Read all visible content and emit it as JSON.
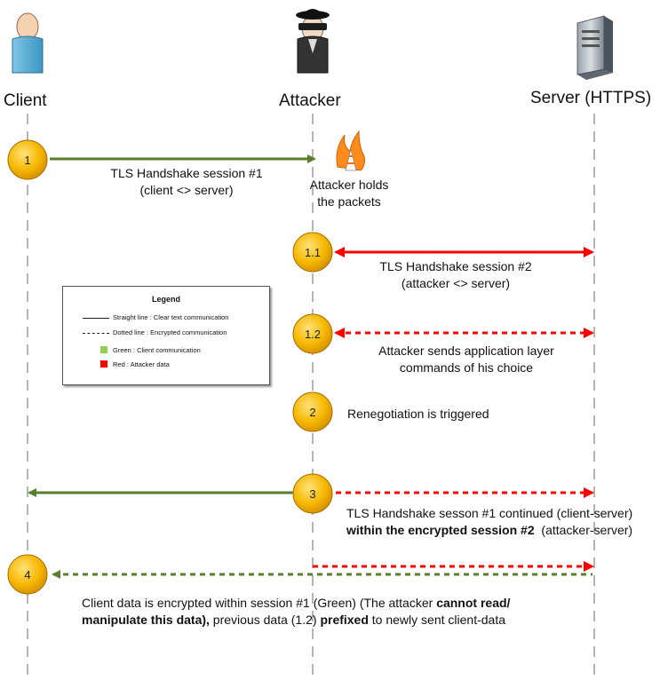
{
  "actors": {
    "client": "Client",
    "attacker": "Attacker",
    "server": "Server (HTTPS)"
  },
  "steps": {
    "s1": "1",
    "s1_1": "1.1",
    "s1_2": "1.2",
    "s2": "2",
    "s3": "3",
    "s4": "4"
  },
  "messages": {
    "m1_line1": "TLS Handshake session #1",
    "m1_line2": "(client <> server)",
    "hold_line1": "Attacker holds",
    "hold_line2": "the packets",
    "m11_line1": "TLS Handshake session #2",
    "m11_line2": "(attacker <> server)",
    "m12_line1": "Attacker sends application layer",
    "m12_line2": "commands of his choice",
    "m2": "Renegotiation is triggered",
    "m3_line1": "TLS Handshake sesson #1 continued (client-server)",
    "m3_line2_bold": "within the encrypted session #2",
    "m3_line2_rest": "  (attacker-server)",
    "m4_a": "Client data is encrypted within session #1 (Green) (The attacker ",
    "m4_b_bold": "cannot read/",
    "m4_c_bold": "manipulate this data),",
    "m4_d": " previous data (1.2) ",
    "m4_e_bold": "prefixed",
    "m4_f": " to newly sent client-data"
  },
  "legend": {
    "title": "Legend",
    "straight": "Straight line : Clear text communication",
    "dotted": "Dotted line : Encrypted communication",
    "green": "Green : Client communication",
    "red": "Red : Attacker data"
  },
  "colors": {
    "client_green": "#5a7f2c",
    "attacker_red": "#ff0000",
    "step_circle": "#f5b800",
    "lifeline": "#9a9a9a"
  },
  "icons": {
    "client": "user-icon",
    "attacker": "spy-user-icon",
    "server": "server-tower-icon",
    "hold": "flame-cone-icon"
  }
}
